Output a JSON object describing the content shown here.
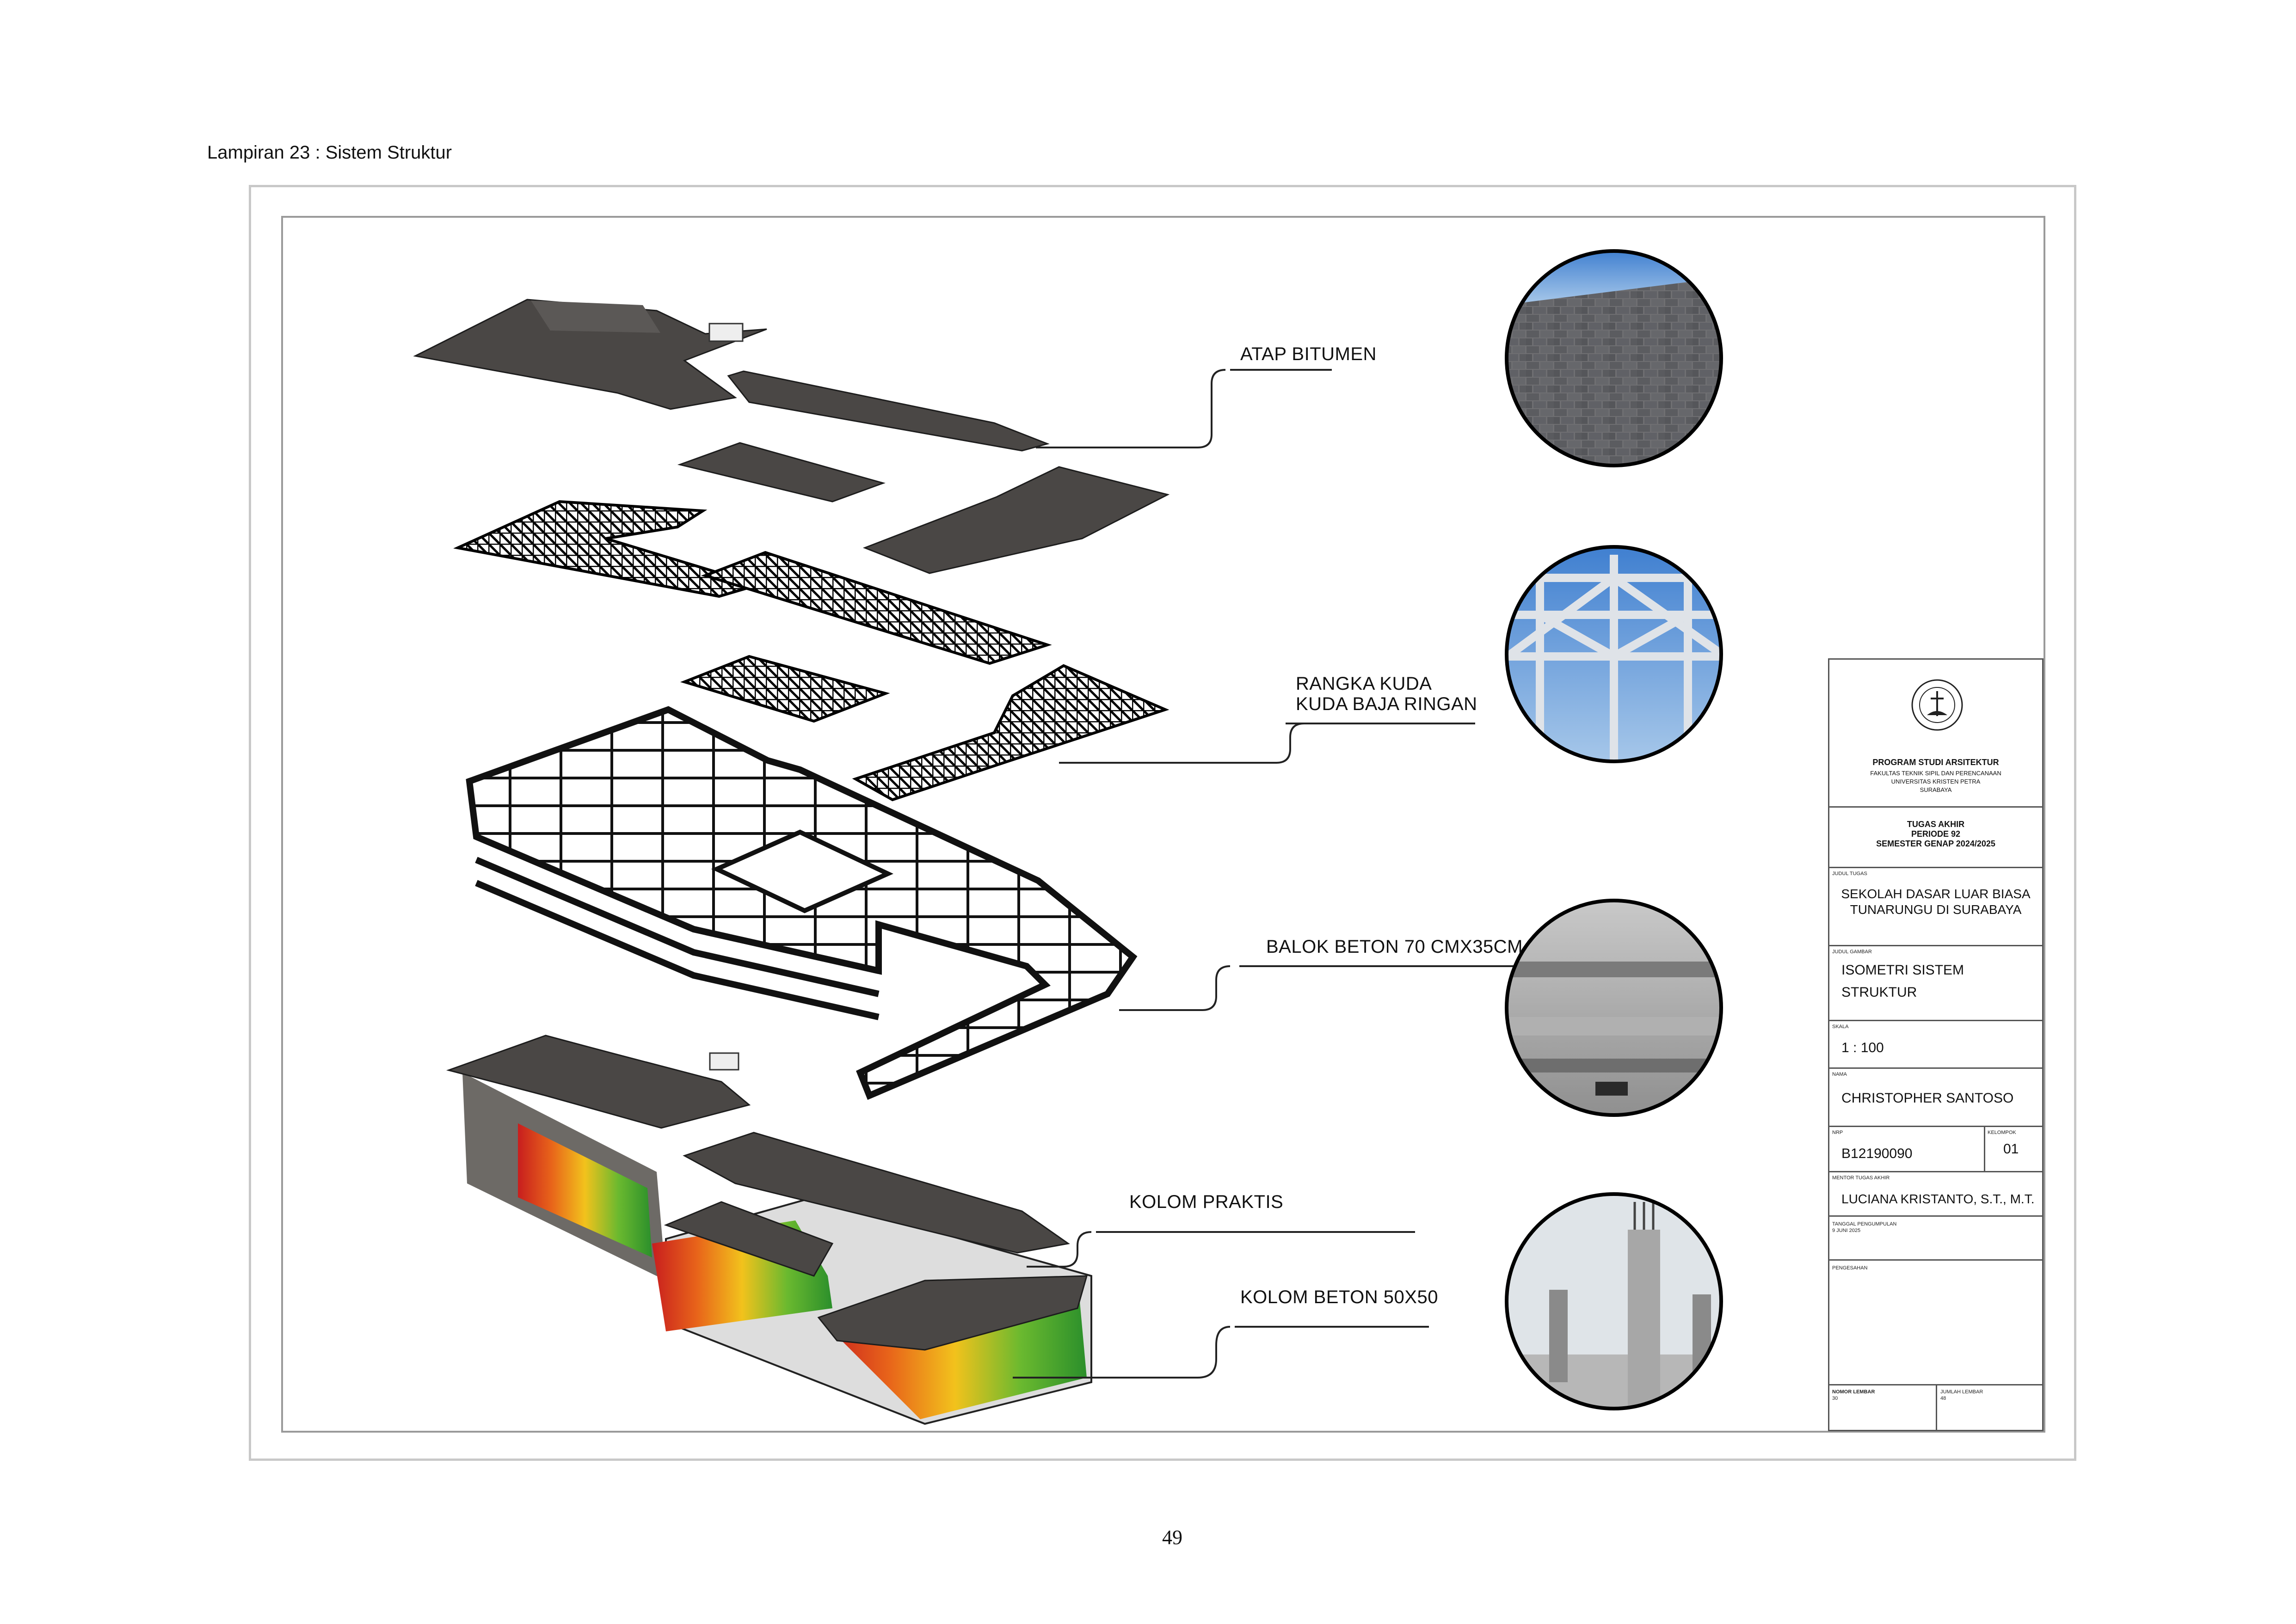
{
  "page": {
    "caption": "Lampiran 23 : Sistem Struktur",
    "page_number": "49"
  },
  "callouts": {
    "atap": "ATAP BITUMEN",
    "rangka_line1": "RANGKA KUDA",
    "rangka_line2": "KUDA BAJA RINGAN",
    "balok": "BALOK BETON 70 CMX35CM",
    "kolom_praktis": "KOLOM PRAKTIS",
    "kolom_beton": "KOLOM BETON 50X50"
  },
  "title_block": {
    "logo_text": "UNIVERSITAS KRISTEN PETRA",
    "program": "PROGRAM STUDI ARSITEKTUR",
    "faculty": "FAKULTAS TEKNIK SIPIL DAN PERENCANAAN",
    "university": "UNIVERSITAS KRISTEN PETRA",
    "city": "SURABAYA",
    "assignment": "TUGAS AKHIR",
    "period": "PERIODE 92",
    "semester": "SEMESTER GENAP 2024/2025",
    "judul_tugas_label": "JUDUL TUGAS",
    "judul_tugas_line1": "SEKOLAH DASAR LUAR BIASA",
    "judul_tugas_line2": "TUNARUNGU DI SURABAYA",
    "judul_gambar_label": "JUDUL GAMBAR",
    "judul_gambar_line1": "ISOMETRI SISTEM",
    "judul_gambar_line2": "STRUKTUR",
    "skala_label": "SKALA",
    "skala": "1 : 100",
    "nama_label": "NAMA",
    "nama": "CHRISTOPHER SANTOSO",
    "nrp_label": "NRP",
    "nrp": "B12190090",
    "kelompok_label": "KELOMPOK",
    "kelompok": "01",
    "mentor_label": "MENTOR TUGAS AKHIR",
    "mentor": "LUCIANA KRISTANTO, S.T., M.T.",
    "tanggal_label": "TANGGAL PENGUMPULAN",
    "tanggal": "9 JUNI 2025",
    "pengesahan_label": "PENGESAHAN",
    "nomor_lembar_label": "NOMOR LEMBAR",
    "nomor_lembar": "30",
    "jumlah_lembar_label": "JUMLAH LEMBAR",
    "jumlah_lembar": "48"
  },
  "colors": {
    "roof": "#4a4745",
    "frame": "#9a9a9a",
    "line": "#222222"
  },
  "icons": [
    "university-seal-icon"
  ]
}
